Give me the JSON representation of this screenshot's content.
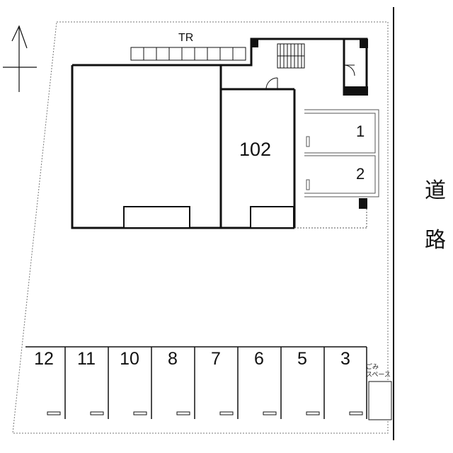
{
  "plan": {
    "trunk_room_label": "TR",
    "unit_label": "102",
    "garage_spaces": [
      "1",
      "2"
    ],
    "road_label": [
      "道",
      "路"
    ],
    "parking_lots": [
      "12",
      "11",
      "10",
      "8",
      "7",
      "6",
      "5",
      "3"
    ],
    "garbage_label": "ごみ\nスペース",
    "line_color": "#111111",
    "dashed_color": "#777777"
  }
}
